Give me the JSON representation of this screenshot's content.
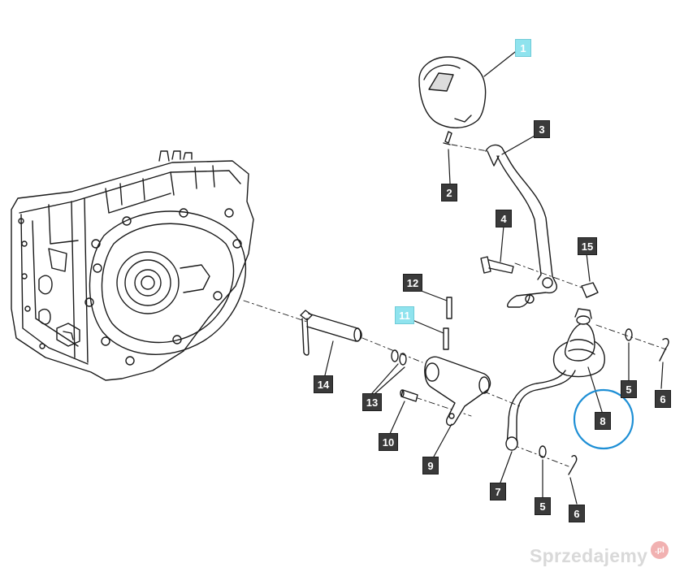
{
  "callouts": {
    "c1": "1",
    "c2": "2",
    "c3": "3",
    "c4": "4",
    "c5a": "5",
    "c5b": "5",
    "c6a": "6",
    "c6b": "6",
    "c7": "7",
    "c8": "8",
    "c9": "9",
    "c10": "10",
    "c11": "11",
    "c12": "12",
    "c13": "13",
    "c14": "14",
    "c15": "15"
  },
  "watermark": {
    "text": "Sprzedajemy",
    "badge": ".pl"
  },
  "colors": {
    "label_bg": "#3a3a3a",
    "label_highlight": "#8fe3ee",
    "ring": "#1e8fd5",
    "line": "#1a1a1a"
  }
}
